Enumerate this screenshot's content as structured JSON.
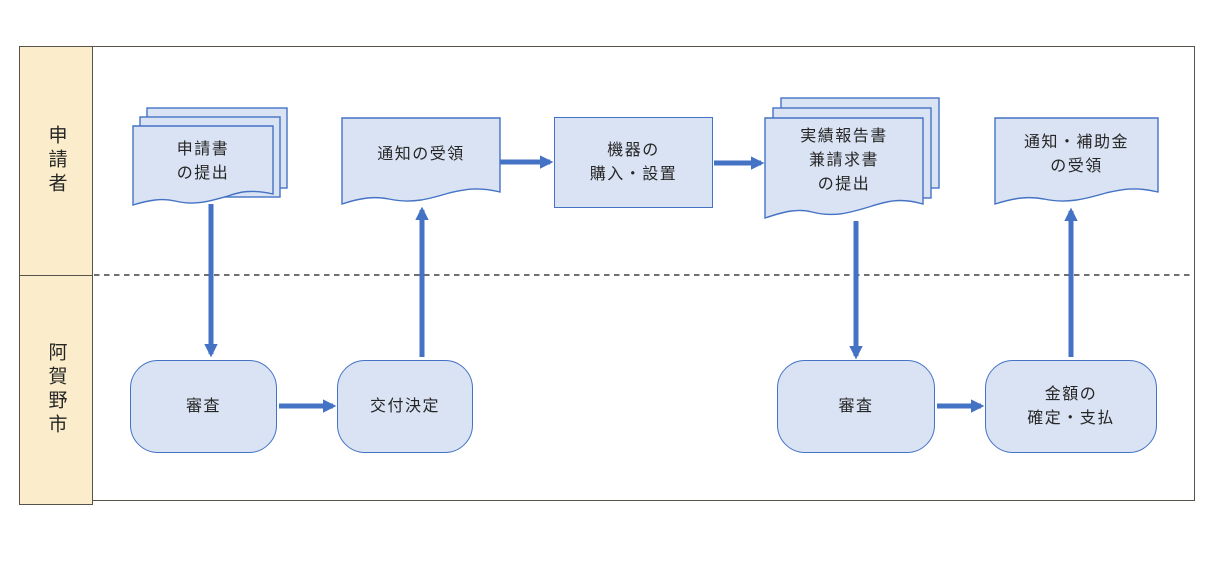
{
  "diagram": {
    "lanes": [
      {
        "id": "applicant",
        "label": "申請者"
      },
      {
        "id": "city",
        "label": "阿賀野市"
      }
    ],
    "nodes": {
      "submit_application": {
        "label": "申請書\nの提出",
        "shape": "multi-document",
        "lane": "申請者"
      },
      "receive_notice": {
        "label": "通知の受領",
        "shape": "document",
        "lane": "申請者"
      },
      "purchase_install": {
        "label": "機器の\n購入・設置",
        "shape": "process",
        "lane": "申請者"
      },
      "submit_report": {
        "label": "実績報告書\n兼請求書\nの提出",
        "shape": "multi-document",
        "lane": "申請者"
      },
      "receive_subsidy": {
        "label": "通知・補助金\nの受領",
        "shape": "document",
        "lane": "申請者"
      },
      "review_1": {
        "label": "審査",
        "shape": "rounded",
        "lane": "阿賀野市"
      },
      "grant_decision": {
        "label": "交付決定",
        "shape": "rounded",
        "lane": "阿賀野市"
      },
      "review_2": {
        "label": "審査",
        "shape": "rounded",
        "lane": "阿賀野市"
      },
      "confirm_payment": {
        "label": "金額の\n確定・支払",
        "shape": "rounded",
        "lane": "阿賀野市"
      }
    },
    "flows": [
      {
        "from": "submit_application",
        "to": "review_1"
      },
      {
        "from": "review_1",
        "to": "grant_decision"
      },
      {
        "from": "grant_decision",
        "to": "receive_notice"
      },
      {
        "from": "receive_notice",
        "to": "purchase_install"
      },
      {
        "from": "purchase_install",
        "to": "submit_report"
      },
      {
        "from": "submit_report",
        "to": "review_2"
      },
      {
        "from": "review_2",
        "to": "confirm_payment"
      },
      {
        "from": "confirm_payment",
        "to": "receive_subsidy"
      }
    ],
    "colors": {
      "shape_fill": "#dae3f3",
      "shape_border": "#4472c4",
      "arrow": "#4472c4",
      "lane_fill": "#fbedcb",
      "frame_border": "#57534c",
      "lane_divider_dash": "#1a1a1a",
      "text": "#262626"
    }
  }
}
